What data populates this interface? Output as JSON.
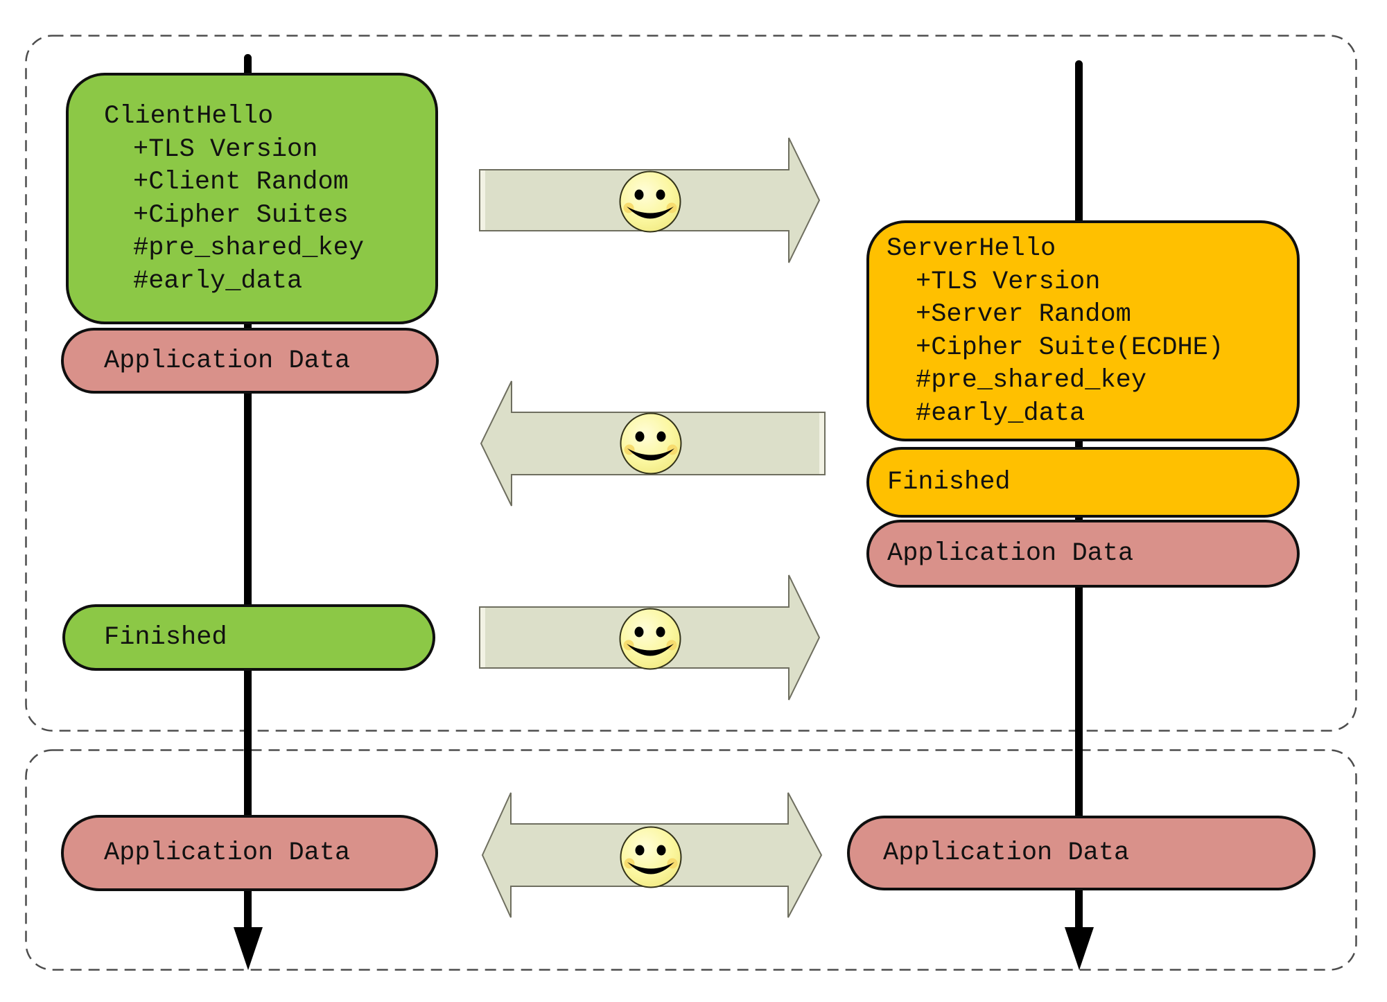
{
  "client": {
    "hello": {
      "title": "ClientHello",
      "items": [
        "+TLS Version",
        "+Client Random",
        "+Cipher Suites",
        "#pre_shared_key",
        "#early_data"
      ]
    },
    "application_data": "Application Data",
    "finished": "Finished",
    "application_data_bottom": "Application Data"
  },
  "server": {
    "hello": {
      "title": "ServerHello",
      "items": [
        "+TLS Version",
        "+Server Random",
        "+Cipher Suite(ECDHE)",
        "#pre_shared_key",
        "#early_data"
      ]
    },
    "finished": "Finished",
    "application_data": "Application Data",
    "application_data_bottom": "Application Data"
  },
  "icons": {
    "message_face": "smiley-face-icon"
  },
  "colors": {
    "client_box": "#8cc846",
    "server_box": "#ffc000",
    "app_data_box": "#d9918a",
    "arrow_fill": "#dcdfc9",
    "arrow_stroke": "#6e6e5f",
    "smiley_fill": "#fbf7a0",
    "dashed_border": "#4d4d4d",
    "timeline": "#000000"
  }
}
